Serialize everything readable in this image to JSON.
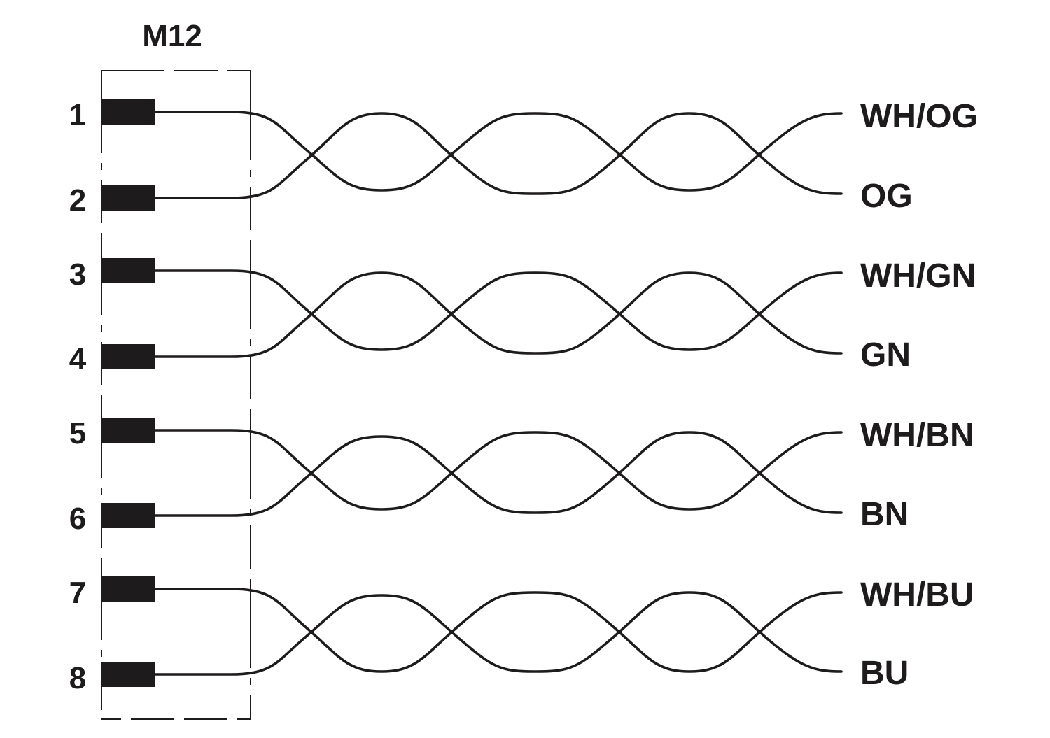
{
  "connector": {
    "label": "M12"
  },
  "pairs": [
    {
      "pins": [
        "1",
        "2"
      ],
      "colors": [
        "WH/OG",
        "OG"
      ]
    },
    {
      "pins": [
        "3",
        "4"
      ],
      "colors": [
        "WH/GN",
        "GN"
      ]
    },
    {
      "pins": [
        "5",
        "6"
      ],
      "colors": [
        "WH/BN",
        "BN"
      ]
    },
    {
      "pins": [
        "7",
        "8"
      ],
      "colors": [
        "WH/BU",
        "BU"
      ]
    }
  ],
  "colors": {
    "ink": "#1e1b1c",
    "background": "#ffffff"
  }
}
